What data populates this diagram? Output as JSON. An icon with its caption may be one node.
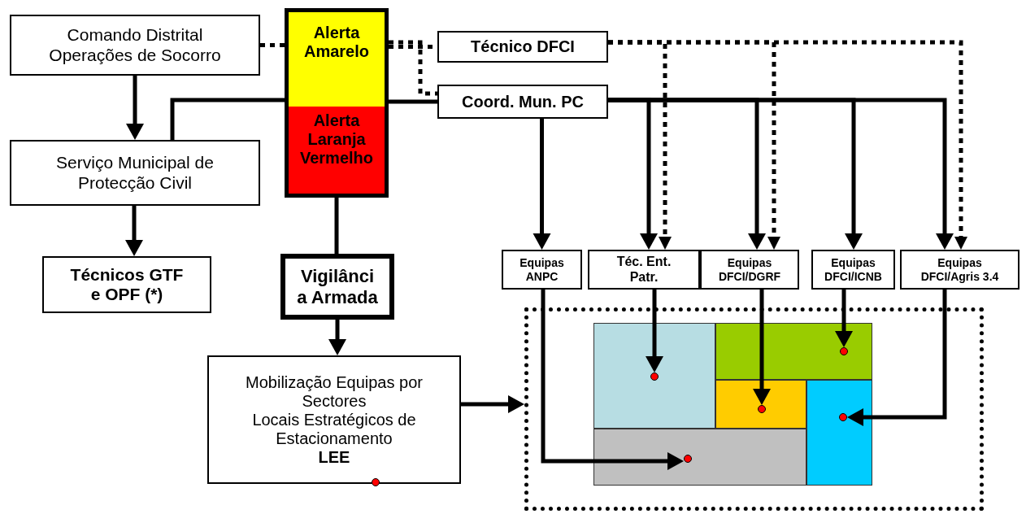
{
  "diagram": {
    "nodes": [
      {
        "text": [
          "Comando Distrital Operações de Socorro"
        ]
      },
      {
        "text": [
          "Alerta Amarelo",
          "Alerta Laranja Vermelho"
        ]
      },
      {
        "text": [
          "Técnico DFCI"
        ]
      },
      {
        "text": [
          "Coord. Mun. PC"
        ]
      },
      {
        "text": [
          "Serviço Municipal de Protecção Civil"
        ]
      },
      {
        "text": [
          "Técnicos GTF e OPF (*)"
        ]
      },
      {
        "text": [
          "Vigilânci a Armada"
        ]
      },
      {
        "text": [
          "Equipas ANPC"
        ]
      },
      {
        "text": [
          "Téc. Ent. Patr."
        ]
      },
      {
        "text": [
          "Equipas DFCI/DGRF"
        ]
      },
      {
        "text": [
          "Equipas DFCI/ICNB"
        ]
      },
      {
        "text": [
          "Equipas DFCI/Agris 3.4"
        ]
      },
      {
        "text": [
          "Mobilização Equipas por Sectores",
          "Locais Estratégicos de Estacionamento",
          "LEE"
        ]
      },
      {
        "text": [],
        "shape": "box"
      },
      {
        "text": [],
        "shape": "box",
        "in": 13
      },
      {
        "text": [],
        "shape": "box",
        "in": 13
      },
      {
        "text": [],
        "shape": "box",
        "in": 13
      },
      {
        "text": [],
        "shape": "box",
        "in": 13
      },
      {
        "text": [],
        "shape": "box",
        "in": 13
      },
      {
        "text": [],
        "shape": "circle",
        "in": 14
      },
      {
        "text": [],
        "shape": "circle",
        "in": 15
      },
      {
        "text": [],
        "shape": "circle",
        "in": 16
      },
      {
        "text": [],
        "shape": "circle",
        "in": 17
      },
      {
        "text": [],
        "shape": "circle",
        "in": 18
      }
    ],
    "edges": [
      {
        "from": 0,
        "to": 4,
        "arrow": "to"
      },
      {
        "from": 4,
        "to": 5,
        "arrow": "to"
      },
      {
        "from": 0,
        "to": 1,
        "arrow": "none",
        "style": "dashed"
      },
      {
        "from": 1,
        "to": 2,
        "arrow": "none",
        "style": "dashed"
      },
      {
        "from": 1,
        "to": 3,
        "arrow": "none",
        "style": "dashed"
      },
      {
        "from": 4,
        "to": 1,
        "arrow": "none"
      },
      {
        "from": 1,
        "to": 3,
        "arrow": "none"
      },
      {
        "from": 3,
        "to": 7,
        "arrow": "to"
      },
      {
        "from": 3,
        "to": 8,
        "arrow": "to"
      },
      {
        "from": 3,
        "to": 9,
        "arrow": "to"
      },
      {
        "from": 3,
        "to": 10,
        "arrow": "to"
      },
      {
        "from": 3,
        "to": 11,
        "arrow": "to"
      },
      {
        "from": 2,
        "to": 8,
        "arrow": "to",
        "style": "dashed"
      },
      {
        "from": 2,
        "to": 9,
        "arrow": "to",
        "style": "dashed"
      },
      {
        "from": 2,
        "to": 11,
        "arrow": "to",
        "style": "dashed"
      },
      {
        "from": 1,
        "to": 6,
        "arrow": "none"
      },
      {
        "from": 6,
        "to": 12,
        "arrow": "to"
      },
      {
        "from": 12,
        "to": 13,
        "arrow": "to"
      },
      {
        "from": 7,
        "to": 23,
        "arrow": "to"
      },
      {
        "from": 8,
        "to": 19,
        "arrow": "to"
      },
      {
        "from": 9,
        "to": 21,
        "arrow": "to"
      },
      {
        "from": 10,
        "to": 20,
        "arrow": "to"
      },
      {
        "from": 11,
        "to": 22,
        "arrow": "to"
      }
    ]
  }
}
